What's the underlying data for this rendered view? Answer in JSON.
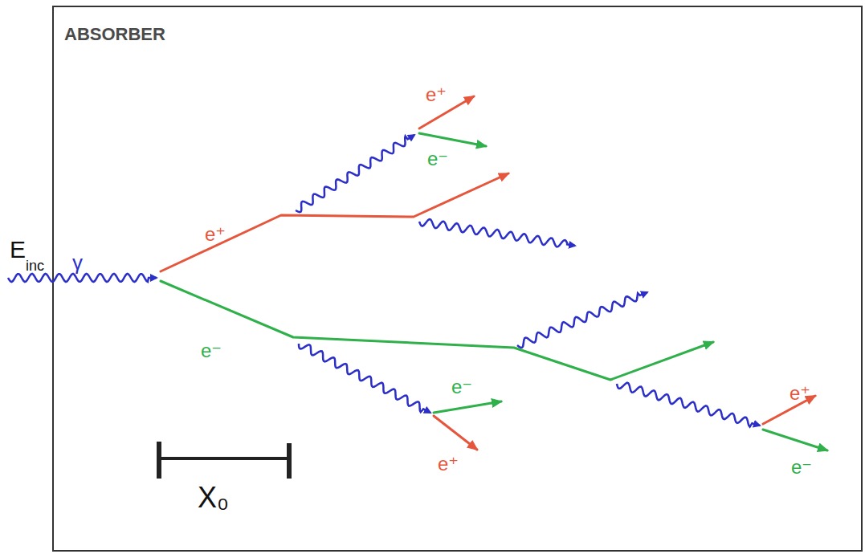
{
  "diagram": {
    "labels": [
      "ABSORBER",
      "E",
      "inc",
      "γ",
      "e⁺",
      "e⁻",
      "e⁺",
      "e⁻",
      "e⁻",
      "e⁺",
      "e⁺",
      "e⁻",
      "X₀"
    ]
  }
}
